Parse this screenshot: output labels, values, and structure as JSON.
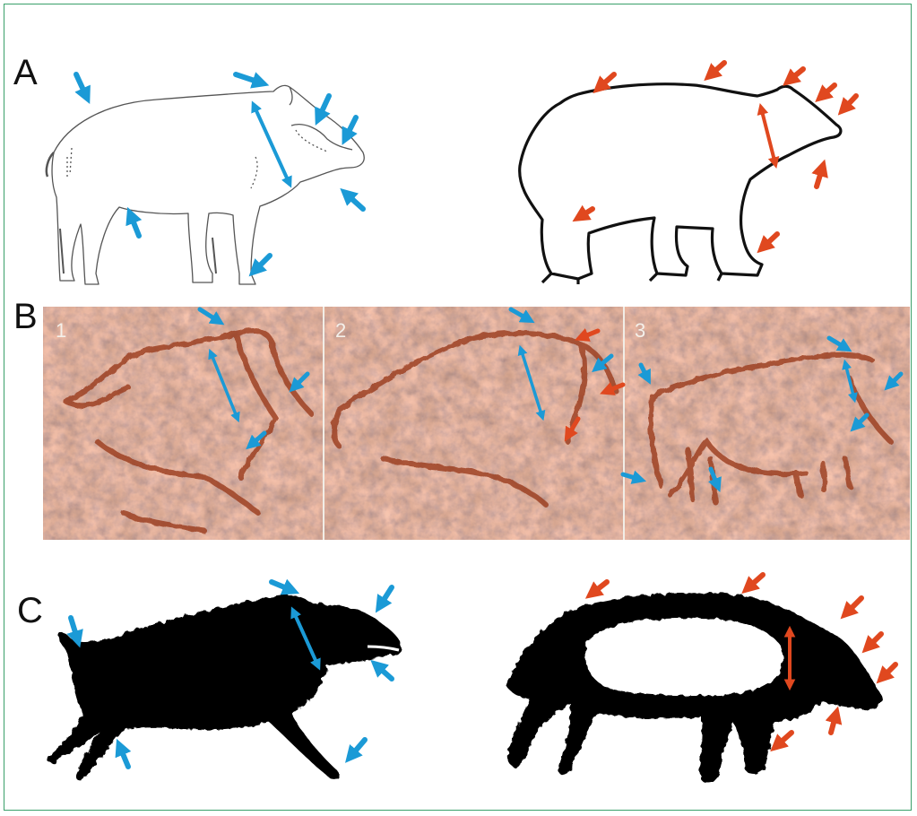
{
  "panels": {
    "a": {
      "label": "A"
    },
    "b": {
      "label": "B",
      "photos": [
        {
          "number": "1"
        },
        {
          "number": "2"
        },
        {
          "number": "3"
        }
      ]
    },
    "c": {
      "label": "C"
    }
  },
  "colors": {
    "frame": "#3aa06a",
    "blue_arrow": "#1b9ad6",
    "red_arrow": "#e0481f",
    "rock_base": "#c98a64",
    "pigment": "#9a3a1e"
  },
  "icons": [
    "blue-arrow-icon",
    "red-arrow-icon",
    "double-headed-arrow-icon"
  ]
}
